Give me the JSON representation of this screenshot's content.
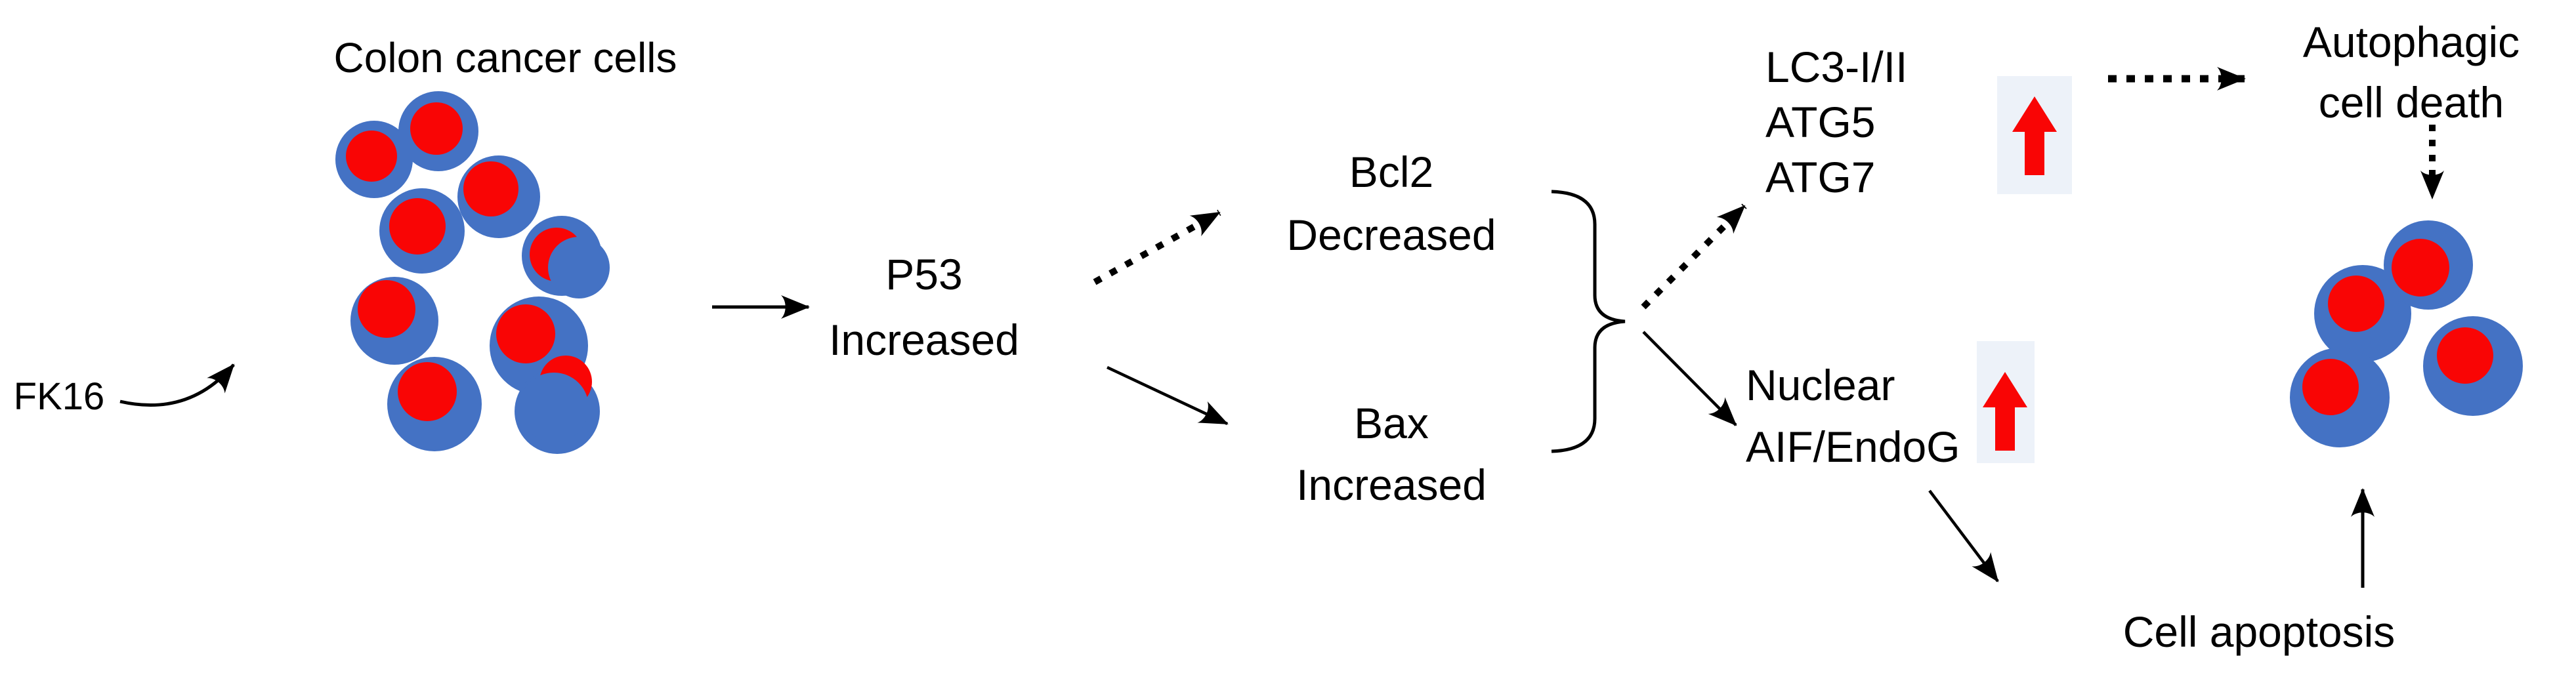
{
  "colors": {
    "background": "#FFFFFF",
    "text": "#000000",
    "line": "#000000",
    "cell": "#4472C4",
    "nucleus": "#F90505",
    "arrow_red": "#F90505",
    "shade": "#EDF2F9"
  },
  "nodes": {
    "fk16": {
      "label": "FK16"
    },
    "colon_cells_title": {
      "label": "Colon cancer cells"
    },
    "p53": {
      "line1": "P53",
      "line2": "Increased"
    },
    "bcl2": {
      "line1": "Bcl2",
      "line2": "Decreased"
    },
    "bax": {
      "line1": "Bax",
      "line2": "Increased"
    },
    "autophagy_markers": {
      "line1": "LC3-I/II",
      "line2": "ATG5",
      "line3": "ATG7"
    },
    "nuclear_factors": {
      "line1": "Nuclear",
      "line2": "AIF/EndoG"
    },
    "autophagic_death": {
      "line1": "Autophagic",
      "line2": "cell death"
    },
    "cell_apoptosis": {
      "label": "Cell apoptosis"
    }
  }
}
